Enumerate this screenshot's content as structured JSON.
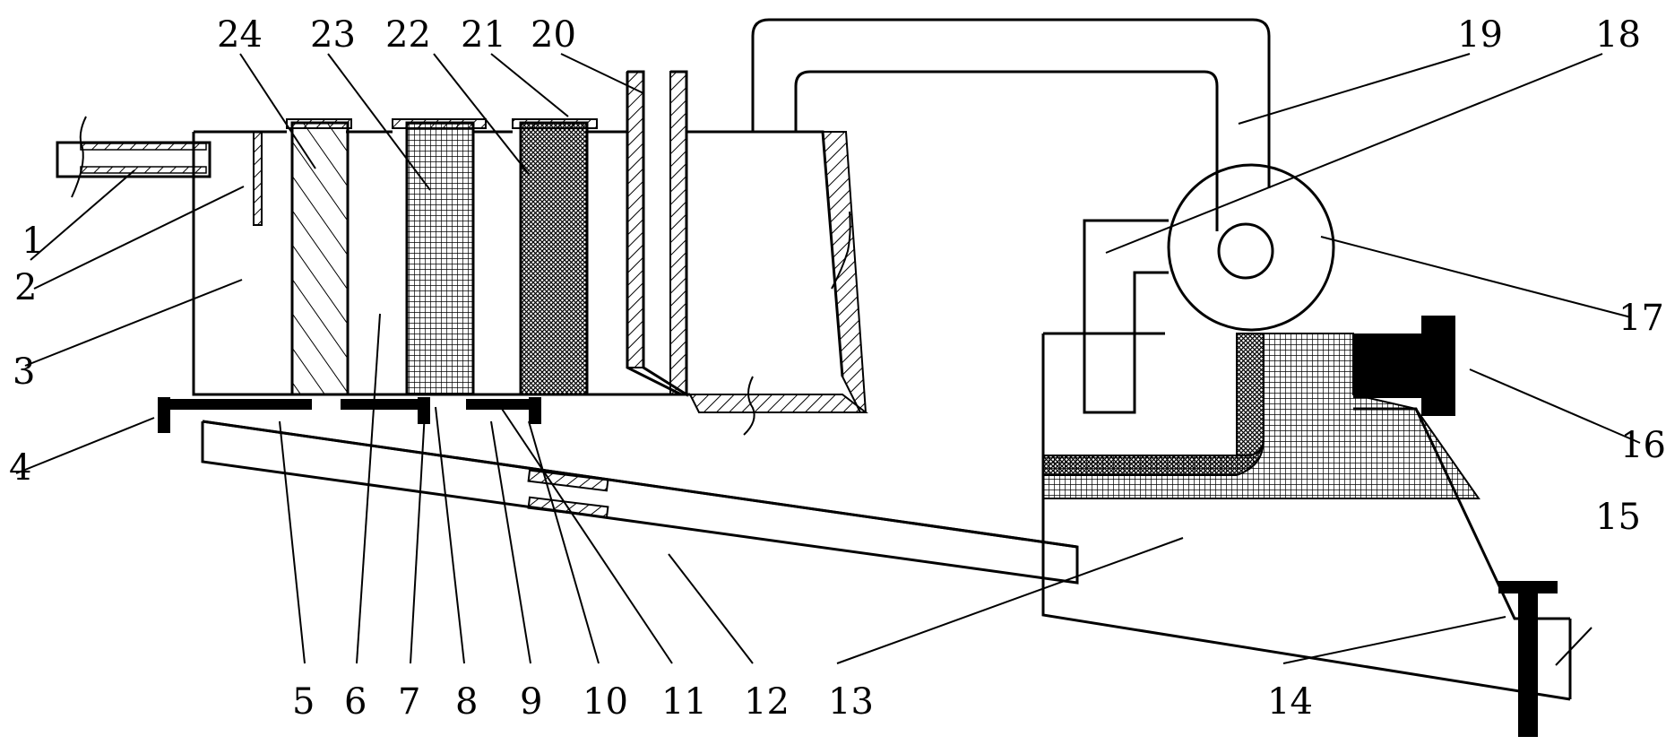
{
  "figure": {
    "kind": "patent technical drawing",
    "labels": [
      "1",
      "2",
      "3",
      "4",
      "5",
      "6",
      "7",
      "8",
      "9",
      "10",
      "11",
      "12",
      "13",
      "14",
      "15",
      "16",
      "17",
      "18",
      "19",
      "20",
      "21",
      "22",
      "23",
      "24"
    ]
  }
}
